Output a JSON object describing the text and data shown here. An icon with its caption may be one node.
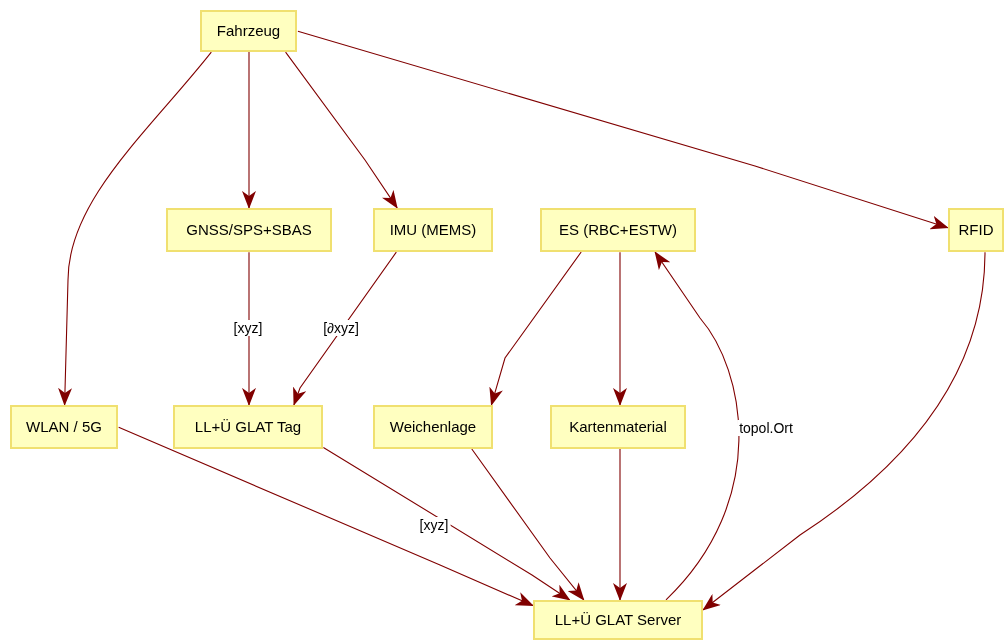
{
  "diagram": {
    "nodes": [
      {
        "text": [
          "Fahrzeug"
        ]
      },
      {
        "text": [
          "GNSS/SPS+SBAS"
        ]
      },
      {
        "text": [
          "IMU (MEMS)"
        ]
      },
      {
        "text": [
          "ES (RBC+ESTW)"
        ]
      },
      {
        "text": [
          "RFID"
        ]
      },
      {
        "text": [
          "WLAN / 5G"
        ]
      },
      {
        "text": [
          "LL+Ü GLAT Tag"
        ]
      },
      {
        "text": [
          "Weichenlage"
        ]
      },
      {
        "text": [
          "Kartenmaterial"
        ]
      },
      {
        "text": [
          "LL+Ü GLAT Server"
        ]
      }
    ],
    "edges": [
      {
        "from": 0,
        "to": 5,
        "arrow": "to"
      },
      {
        "from": 0,
        "to": 1,
        "arrow": "to"
      },
      {
        "from": 0,
        "to": 2,
        "arrow": "to"
      },
      {
        "from": 0,
        "to": 4,
        "arrow": "to"
      },
      {
        "from": 1,
        "to": 6,
        "arrow": "to",
        "label": "[xyz]"
      },
      {
        "from": 2,
        "to": 6,
        "arrow": "to",
        "label": "[∂xyz]"
      },
      {
        "from": 3,
        "to": 7,
        "arrow": "to"
      },
      {
        "from": 3,
        "to": 8,
        "arrow": "to"
      },
      {
        "from": 9,
        "to": 3,
        "arrow": "to",
        "label": "topol.Ort"
      },
      {
        "from": 4,
        "to": 9,
        "arrow": "to"
      },
      {
        "from": 5,
        "to": 9,
        "arrow": "to"
      },
      {
        "from": 6,
        "to": 9,
        "arrow": "to",
        "label": "[xyz]"
      },
      {
        "from": 7,
        "to": 9,
        "arrow": "to"
      },
      {
        "from": 8,
        "to": 9,
        "arrow": "to"
      }
    ]
  }
}
